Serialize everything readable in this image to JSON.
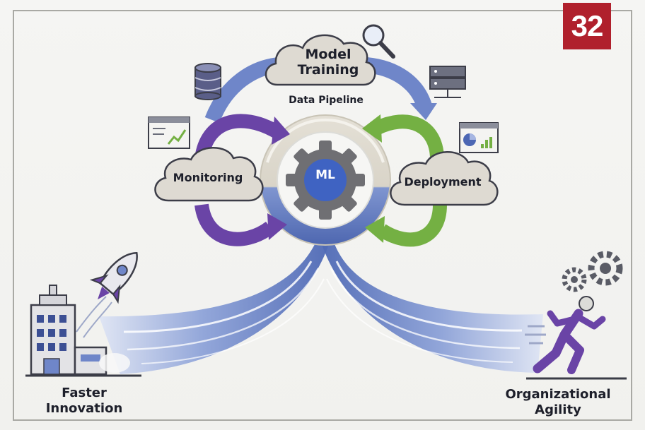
{
  "badge": {
    "number": "32"
  },
  "nodes": {
    "model_training": "Model Training",
    "data_pipeline": "Data Pipeline",
    "monitoring": "Monitoring",
    "deployment": "Deployment",
    "core": "ML"
  },
  "outcomes": {
    "left": "Faster Innovation",
    "right": "Organizational Agility"
  },
  "colors": {
    "blue_arrow": "#6f86c9",
    "purple_arrow": "#6a44a6",
    "green_arrow": "#74b043",
    "gear": "#6f6f73",
    "badge": "#b0202c"
  },
  "icons": [
    "search-icon",
    "database-icon",
    "server-icon",
    "chart-window-icon",
    "dashboard-window-icon",
    "rocket-icon",
    "building-icon",
    "runner-icon",
    "gears-icon"
  ]
}
